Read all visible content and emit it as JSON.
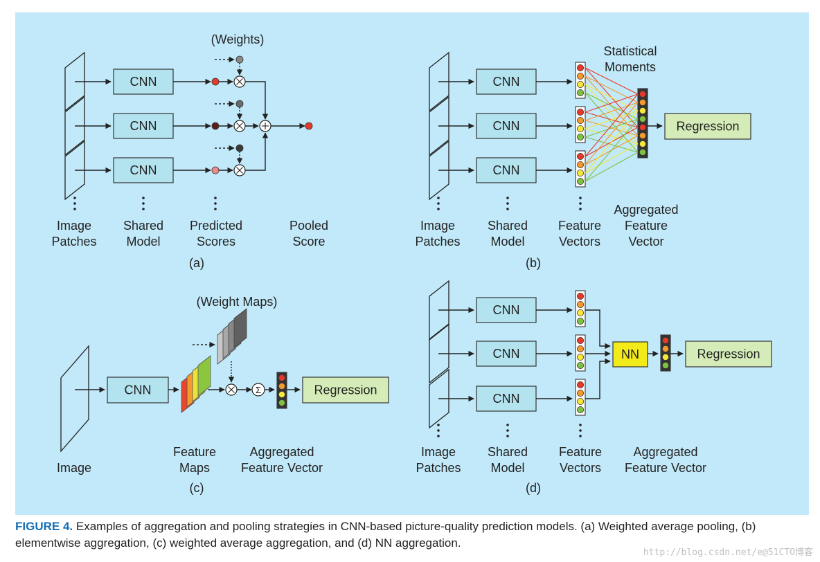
{
  "panel_a": {
    "cnn_labels": [
      "CNN",
      "CNN",
      "CNN"
    ],
    "weights_label": "(Weights)",
    "col_labels": {
      "image_patches": [
        "Image",
        "Patches"
      ],
      "shared_model": [
        "Shared",
        "Model"
      ],
      "predicted_scores": [
        "Predicted",
        "Scores"
      ],
      "pooled_score": [
        "Pooled",
        "Score"
      ]
    },
    "tag": "(a)"
  },
  "panel_b": {
    "cnn_labels": [
      "CNN",
      "CNN",
      "CNN"
    ],
    "moments_label": [
      "Statistical",
      "Moments"
    ],
    "regression_label": "Regression",
    "col_labels": {
      "image_patches": [
        "Image",
        "Patches"
      ],
      "shared_model": [
        "Shared",
        "Model"
      ],
      "feature_vectors": [
        "Feature",
        "Vectors"
      ],
      "aggregated": [
        "Aggregated",
        "Feature",
        "Vector"
      ]
    },
    "tag": "(b)"
  },
  "panel_c": {
    "cnn_label": "CNN",
    "weight_maps_label": "(Weight Maps)",
    "regression_label": "Regression",
    "sum_symbol": "Σ",
    "col_labels": {
      "image": "Image",
      "feature_maps": [
        "Feature",
        "Maps"
      ],
      "aggregated": [
        "Aggregated",
        "Feature Vector"
      ]
    },
    "tag": "(c)"
  },
  "panel_d": {
    "cnn_labels": [
      "CNN",
      "CNN",
      "CNN"
    ],
    "nn_label": "NN",
    "regression_label": "Regression",
    "col_labels": {
      "image_patches": [
        "Image",
        "Patches"
      ],
      "shared_model": [
        "Shared",
        "Model"
      ],
      "feature_vectors": [
        "Feature",
        "Vectors"
      ],
      "aggregated": [
        "Aggregated",
        "Feature Vector"
      ]
    },
    "tag": "(d)"
  },
  "caption": {
    "figure_label": "FIGURE 4.",
    "text": "Examples of aggregation and pooling strategies in CNN-based picture-quality prediction models. (a) Weighted average pooling, (b) elementwise aggregation, (c) weighted average aggregation, and (d) NN aggregation."
  },
  "watermark": "http://blog.csdn.net/e@51CTO博客",
  "colors": {
    "background": "#c2e9f9",
    "cnn_box": "#b2e3ef",
    "regression_box": "#d5ecb8",
    "nn_box": "#f3ea1a",
    "caption_accent": "#1570b8",
    "feature_dots": [
      "#e53a2b",
      "#f39a2e",
      "#f6e83a",
      "#7fc242"
    ]
  }
}
